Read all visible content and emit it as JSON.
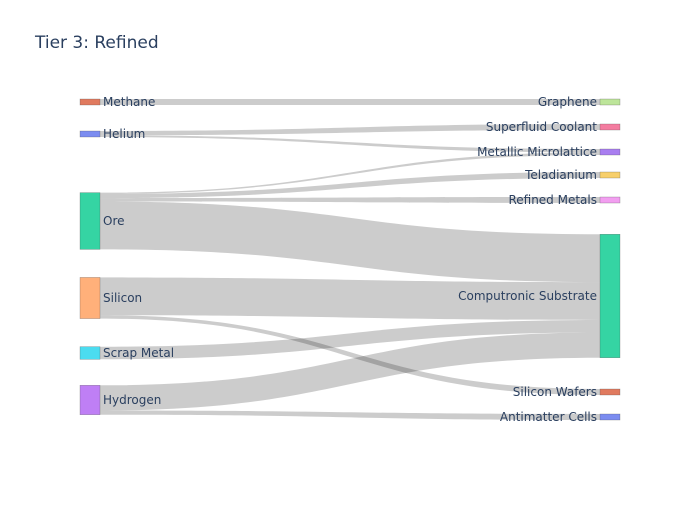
{
  "chart_data": {
    "type": "sankey",
    "title": "Tier 3: Refined",
    "sources": [
      {
        "name": "Methane",
        "color": "#e07a5f"
      },
      {
        "name": "Helium",
        "color": "#7b8cf0"
      },
      {
        "name": "Ore",
        "color": "#35d4a3"
      },
      {
        "name": "Silicon",
        "color": "#ffb07a"
      },
      {
        "name": "Scrap Metal",
        "color": "#4bdcf0"
      },
      {
        "name": "Hydrogen",
        "color": "#bf7ff5"
      }
    ],
    "targets": [
      {
        "name": "Graphene",
        "color": "#bde59a"
      },
      {
        "name": "Superfluid Coolant",
        "color": "#f47ca0"
      },
      {
        "name": "Metallic Microlattice",
        "color": "#a97ef0"
      },
      {
        "name": "Teladianium",
        "color": "#f7cf6b"
      },
      {
        "name": "Refined Metals",
        "color": "#f29ef0"
      },
      {
        "name": "Computronic Substrate",
        "color": "#35d4a3"
      },
      {
        "name": "Silicon Wafers",
        "color": "#e07a5f"
      },
      {
        "name": "Antimatter Cells",
        "color": "#7b8cf0"
      }
    ],
    "links": [
      {
        "source": "Methane",
        "target": "Graphene",
        "value": 5
      },
      {
        "source": "Helium",
        "target": "Superfluid Coolant",
        "value": 5
      },
      {
        "source": "Helium",
        "target": "Metallic Microlattice",
        "value": 2
      },
      {
        "source": "Ore",
        "target": "Metallic Microlattice",
        "value": 1.5
      },
      {
        "source": "Ore",
        "target": "Teladianium",
        "value": 5
      },
      {
        "source": "Ore",
        "target": "Refined Metals",
        "value": 4
      },
      {
        "source": "Ore",
        "target": "Computronic Substrate",
        "value": 57
      },
      {
        "source": "Silicon",
        "target": "Computronic Substrate",
        "value": 45
      },
      {
        "source": "Silicon",
        "target": "Silicon Wafers",
        "value": 4
      },
      {
        "source": "Scrap Metal",
        "target": "Computronic Substrate",
        "value": 15
      },
      {
        "source": "Hydrogen",
        "target": "Computronic Substrate",
        "value": 30
      },
      {
        "source": "Hydrogen",
        "target": "Antimatter Cells",
        "value": 5
      }
    ]
  }
}
